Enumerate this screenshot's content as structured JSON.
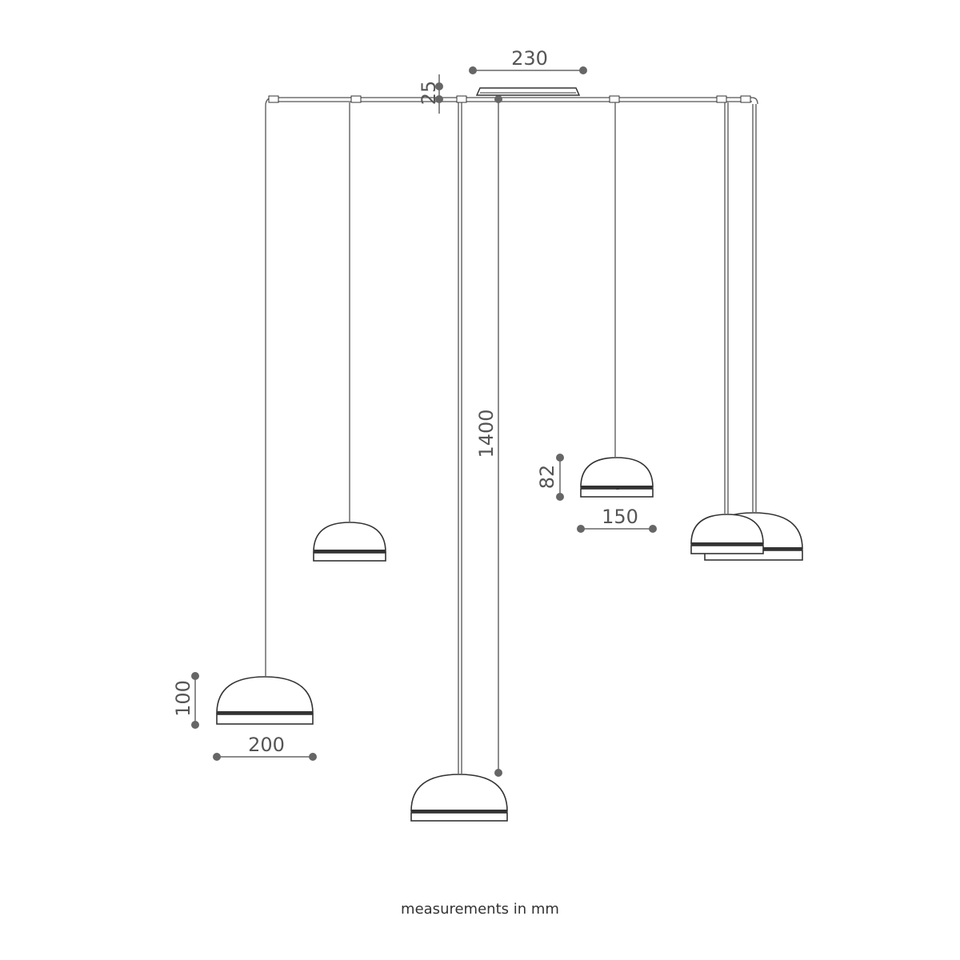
{
  "diagram": {
    "dimensions": {
      "canopy_width": "230",
      "canopy_height": "25",
      "cable_length": "1400",
      "small_shade_height": "82",
      "small_shade_diameter": "150",
      "large_shade_height": "100",
      "large_shade_diameter": "200"
    },
    "caption": "measurements in mm",
    "colors": {
      "line": "#333333",
      "dimension": "#666666",
      "background": "#ffffff"
    }
  }
}
